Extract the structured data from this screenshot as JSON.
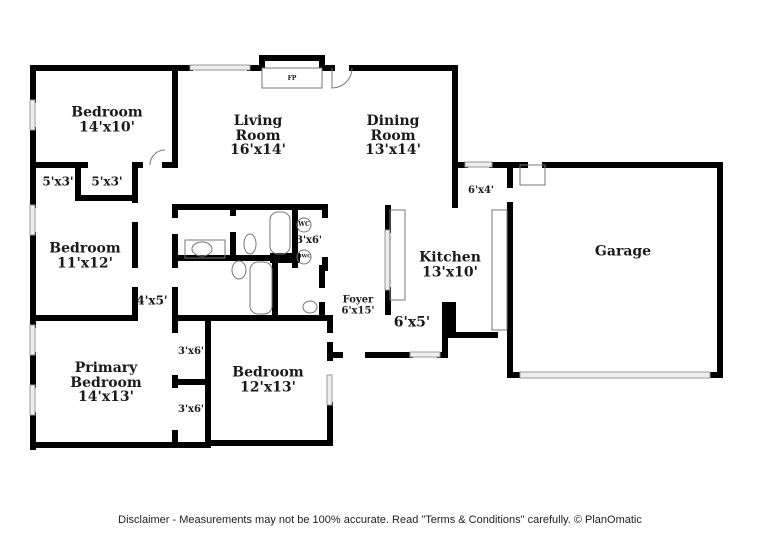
{
  "rooms": [
    {
      "name": "Bedroom",
      "size": "14'x10'"
    },
    {
      "name": "Living Room",
      "size": "16'x14'"
    },
    {
      "name": "Dining Room",
      "size": "13'x14'"
    },
    {
      "name": "Bedroom",
      "size": "11'x12'"
    },
    {
      "name": "Kitchen",
      "size": "13'x10'"
    },
    {
      "name": "Garage",
      "size": ""
    },
    {
      "name": "Primary Bedroom",
      "size": "14'x13'"
    },
    {
      "name": "Bedroom",
      "size": "12'x13'"
    },
    {
      "name": "Foyer",
      "size": "6'x15'"
    }
  ],
  "small_spaces": [
    "5'x3'",
    "5'x3'",
    "3'x6'",
    "4'x5'",
    "6'x4'",
    "6'x5'",
    "3'x6'",
    "3'x6'"
  ],
  "fixtures": {
    "fireplace": "FP",
    "wc": "WC",
    "hwc": "HWC"
  },
  "disclaimer": "Disclaimer - Measurements may not be 100% accurate. Read \"Terms & Conditions\" carefully. © PlanOmatic",
  "colors": {
    "wall": "#000000",
    "window": "#bbbbbb",
    "background": "#ffffff"
  }
}
